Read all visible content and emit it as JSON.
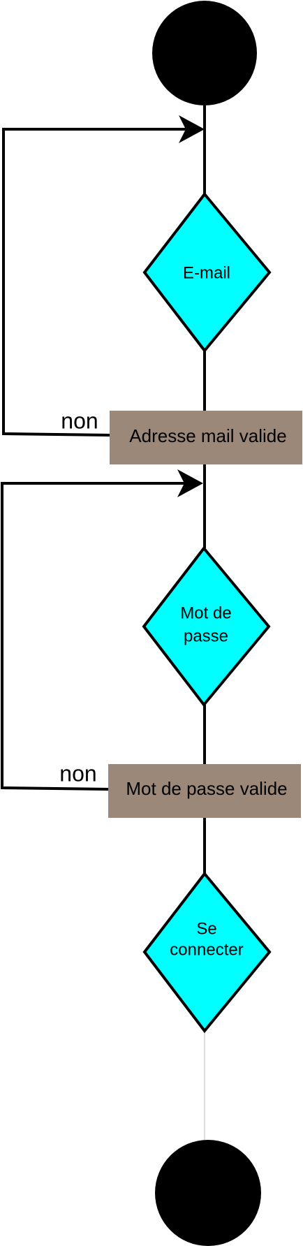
{
  "diagram": {
    "colors": {
      "decision_fill": "#00ffff",
      "condition_fill": "#9b8879",
      "line": "#000000",
      "terminal": "#000000"
    },
    "nodes": {
      "email": {
        "line1": "E-mail"
      },
      "password": {
        "line1": "Mot de",
        "line2": "passe"
      },
      "connect": {
        "line1": "Se",
        "line2": "connecter"
      }
    },
    "conditions": {
      "email_valid": "Adresse mail valide",
      "password_valid": "Mot de passe valide"
    },
    "edges": {
      "email_retry": "non",
      "password_retry": "non"
    }
  }
}
